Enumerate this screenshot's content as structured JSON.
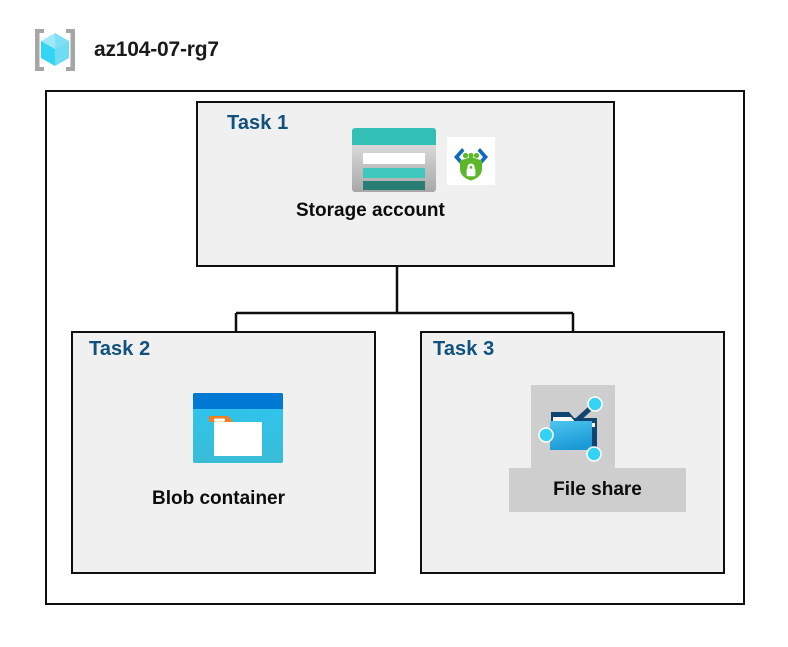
{
  "diagram": {
    "resource_group": {
      "title": "az104-07-rg7",
      "icon": "resource-group-cube-icon"
    },
    "tasks": [
      {
        "id": "task1",
        "label": "Task 1",
        "node_label": "Storage account",
        "icons": [
          "storage-account-icon",
          "secure-shield-lock-icon"
        ],
        "highlighted": false
      },
      {
        "id": "task2",
        "label": "Task 2",
        "node_label": "Blob container",
        "icons": [
          "blob-container-icon"
        ],
        "highlighted": false
      },
      {
        "id": "task3",
        "label": "Task 3",
        "node_label": "File share",
        "icons": [
          "file-share-icon"
        ],
        "highlighted": true
      }
    ],
    "connections": [
      {
        "from": "Storage account",
        "to": "Blob container"
      },
      {
        "from": "Storage account",
        "to": "File share"
      }
    ],
    "colors": {
      "task_label": "#10517e",
      "node_label": "#0c0c0c",
      "box_fill": "#f0f0f0",
      "box_border": "#0f0f0f",
      "canvas": "#ffffff",
      "highlight": "#cecece",
      "storage_teal": "#32bfb5",
      "storage_teal_dark": "#297d73",
      "blob_blue": "#0078d4",
      "blob_cyan": "#2dc6f0",
      "blob_orange": "#f08021",
      "shield_green": "#5cb82a",
      "bracket_blue": "#0f6cbd",
      "cube_cyan": "#32d5f5",
      "cube_light": "#9fe8f8",
      "bracket_gray": "#a6a6a6"
    }
  }
}
